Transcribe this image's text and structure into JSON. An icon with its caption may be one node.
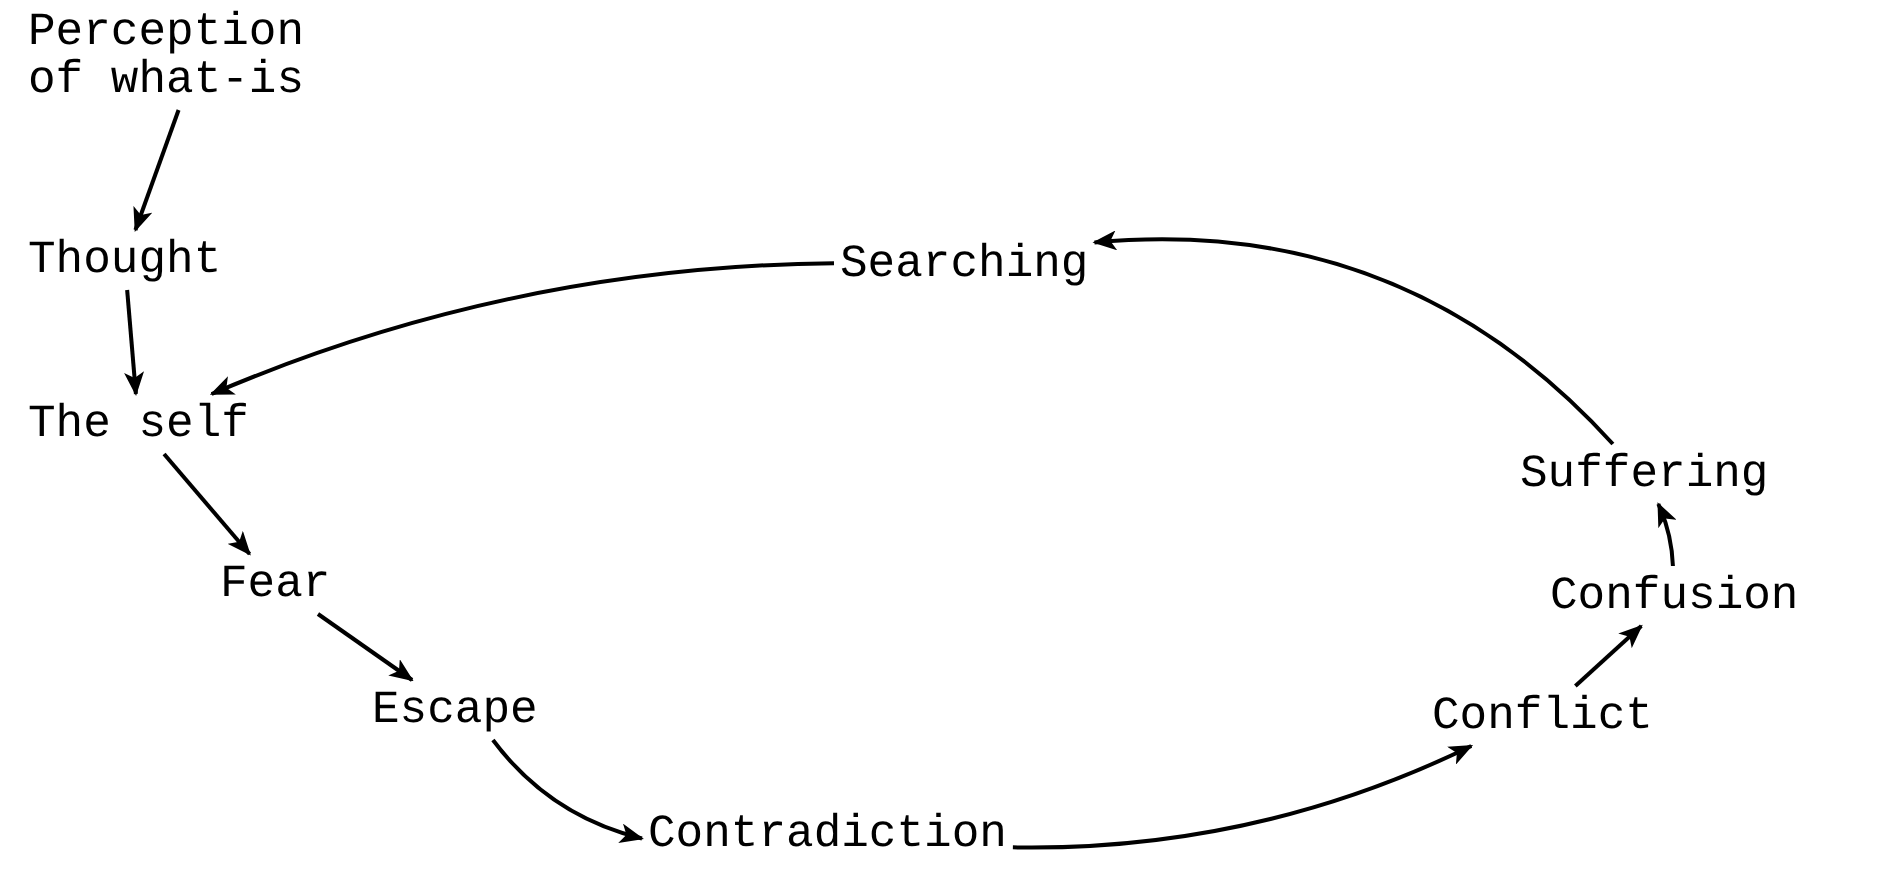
{
  "diagram": {
    "nodes": [
      {
        "text": [
          "Perception of what-is"
        ]
      },
      {
        "text": [
          "Thought"
        ]
      },
      {
        "text": [
          "The self"
        ]
      },
      {
        "text": [
          "Fear"
        ]
      },
      {
        "text": [
          "Escape"
        ]
      },
      {
        "text": [
          "Contradiction"
        ]
      },
      {
        "text": [
          "Conflict"
        ]
      },
      {
        "text": [
          "Confusion"
        ]
      },
      {
        "text": [
          "Suffering"
        ]
      },
      {
        "text": [
          "Searching"
        ]
      }
    ],
    "edges": [
      {
        "from": 0,
        "to": 1,
        "arrow": "to"
      },
      {
        "from": 1,
        "to": 2,
        "arrow": "to"
      },
      {
        "from": 2,
        "to": 3,
        "arrow": "to"
      },
      {
        "from": 3,
        "to": 4,
        "arrow": "to"
      },
      {
        "from": 4,
        "to": 5,
        "arrow": "to"
      },
      {
        "from": 5,
        "to": 6,
        "arrow": "to"
      },
      {
        "from": 6,
        "to": 7,
        "arrow": "to"
      },
      {
        "from": 7,
        "to": 8,
        "arrow": "to"
      },
      {
        "from": 8,
        "to": 9,
        "arrow": "to"
      },
      {
        "from": 9,
        "to": 2,
        "arrow": "to"
      }
    ]
  }
}
